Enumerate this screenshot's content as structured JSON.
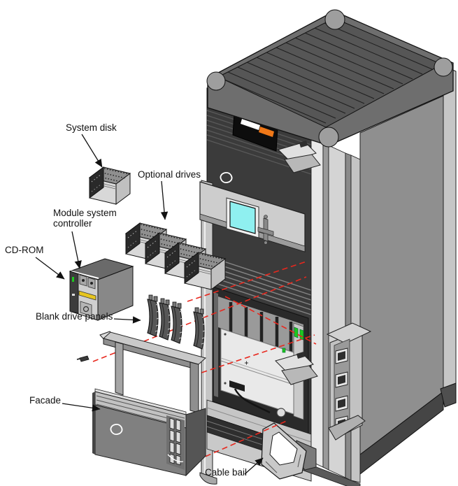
{
  "callouts": {
    "system_disk": "System disk",
    "optional_drives": "Optional drives",
    "module_system_controller": "Module system controller",
    "cd_rom": "CD-ROM",
    "blank_drive_panels": "Blank drive panels",
    "facade": "Facade",
    "cable_bail": "Cable bail"
  },
  "colors": {
    "background": "#ffffff",
    "outline": "#1a1a1a",
    "front_charcoal": "#3b3b3b",
    "cabinet_gray": "#8f8f8f",
    "trim_light_gray": "#c9c9c9",
    "lcd_screen_cyan": "#8ff0f0",
    "badge_black": "#0d0d0d",
    "badge_accent_orange": "#f07818",
    "led_green": "#1ec81e",
    "cd_slot_yellow": "#e6c51f",
    "alignment_guide_red": "#e8281e"
  },
  "icons": {
    "sgi_logo": "white cube-mark glyph",
    "brand_badge": "black nameplate with white and orange logotype"
  }
}
